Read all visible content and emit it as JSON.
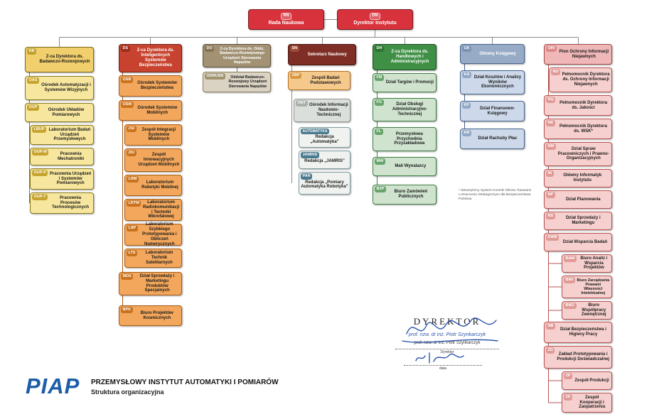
{
  "top": {
    "rn": {
      "code": "RN",
      "label": "Rada Naukowa"
    },
    "dn": {
      "code": "DN",
      "label": "Dyrektor Instytutu"
    }
  },
  "columns": [
    {
      "header": {
        "code": "DB",
        "label": "Z-ca Dyrektora ds. Badawczo-Rozwojowych"
      },
      "boxes": [
        {
          "code": "OAS",
          "label": "Ośrodek Automatyzacji i Systemów Wizyjnych"
        },
        {
          "code": "OUP",
          "label": "Ośrodek Układów Pomiarowych"
        },
        {
          "code": "LBUP",
          "label": "Laboratorium Badań Urządzeń Przemysłowych"
        },
        {
          "code": "OUP-M",
          "label": "Pracownia Mechatroniki"
        },
        {
          "code": "OUP-P",
          "label": "Pracownia Urządzeń i Systemów Pomiarowych"
        },
        {
          "code": "OUP-T",
          "label": "Pracownia Procesów Technologicznych"
        }
      ]
    },
    {
      "header": {
        "code": "DS",
        "label": "Z-ca Dyrektora ds. Inteligentnych Systemów Bezpieczeństwa"
      },
      "boxes": [
        {
          "code": "OSB",
          "label": "Ośrodek Systemów Bezpieczeństwa"
        },
        {
          "code": "OSM",
          "label": "Ośrodek Systemów Mobilnych"
        },
        {
          "code": "ZSI",
          "label": "Zespół Integracji Systemów Mobilnych"
        },
        {
          "code": "ZIU",
          "label": "Zespół Innowacyjnych Urządzeń Mobilnych"
        },
        {
          "code": "LRM",
          "label": "Laboratorium Robotyki Mobilnej"
        },
        {
          "code": "LRTM",
          "label": "Laboratorium Radiokomunikacji i Techniki Mikrofalowej"
        },
        {
          "code": "LSP",
          "label": "Laboratorium Szybkiego Prototypowania i Obliczeń Numerycznych"
        },
        {
          "code": "LTS",
          "label": "Laboratorium Technik Satelitarnych"
        },
        {
          "code": "MDS",
          "label": "Dział Sprzedaży i Marketingu Produktów Specjalnych"
        },
        {
          "code": "BPK",
          "label": "Biuro Projektów Kosmicznych"
        }
      ]
    },
    {
      "header": {
        "code": "DO",
        "label": "Z-ca Dyrektora ds. Oddz. Badawczo-Rozwojowego Urządzeń Sterowania Napędów"
      },
      "boxes": [
        {
          "code": "ODRUSN",
          "label": "Oddział Badawczo-Rozwojowy Urządzeń Sterowania Napędów"
        }
      ]
    },
    {
      "header": {
        "code": "SN",
        "label": "Sekretarz Naukowy"
      },
      "boxes": [
        {
          "code": "ZBP",
          "label": "Zespół Badań Podstawowych"
        },
        {
          "code": "ONT",
          "label": "Ośrodek Informacji Naukowo-Technicznej"
        },
        {
          "code": "AUTOMATYKA",
          "label": "Redakcja „Automatyka”"
        },
        {
          "code": "JAMRIS",
          "label": "Redakcja „JAMRIS”"
        },
        {
          "code": "PAR",
          "label": "Redakcja „Pomiary Automatyka Robotyka”"
        }
      ]
    },
    {
      "header": {
        "code": "DH",
        "label": "Z-ca Dyrektora ds. Handlowych i Administracyjnych"
      },
      "boxes": [
        {
          "code": "FM",
          "label": "Dział Targów i Promocji"
        },
        {
          "code": "FG",
          "label": "Dział Obsługi Administracyjno-Technicznej"
        },
        {
          "code": "FL",
          "label": "Przemysłowa Przychodnia Przyzakładowa"
        },
        {
          "code": "MW",
          "label": "Mali Wynalazcy"
        },
        {
          "code": "BZP",
          "label": "Biuro Zamówień Publicznych"
        }
      ]
    },
    {
      "header": {
        "code": "GK",
        "label": "Główny Księgowy"
      },
      "boxes": [
        {
          "code": "KA",
          "label": "Dział Kosztów i Analizy Wyników Ekonomicznych"
        },
        {
          "code": "KF",
          "label": "Dział Finansowo-Księgowy"
        },
        {
          "code": "KR",
          "label": "Dział Rachuby Płac"
        }
      ]
    },
    {
      "header": {
        "code": "OIN",
        "label": "Pion Ochrony Informacji Niejawnych"
      },
      "boxes": [
        {
          "code": "NO",
          "label": "Pełnomocnik Dyrektora ds. Ochrony Informacji Niejawnych"
        },
        {
          "code": "NQ",
          "label": "Pełnomocnik Dyrektora ds. Jakości"
        },
        {
          "code": "NK",
          "label": "Pełnomocnik Dyrektora ds. WSK*"
        },
        {
          "code": "NM",
          "label": "Dział Spraw Pracowniczych i Prawno-Organizacyjnych"
        },
        {
          "code": "NI",
          "label": "Główny Informatyk Instytutu"
        },
        {
          "code": "NP",
          "label": "Dział Planowania"
        },
        {
          "code": "NS",
          "label": "Dział Sprzedaży i Marketingu"
        },
        {
          "code": "DWB",
          "label": "Dział Wsparcia Badań"
        },
        {
          "code": "BAW",
          "label": "Biuro Analiz i Wsparcia Projektów"
        },
        {
          "code": "BWI",
          "label": "Biuro Zarządzania Prawami Własności Intelektualnej"
        },
        {
          "code": "BWZ",
          "label": "Biuro Współpracy Zewnętrznej"
        },
        {
          "code": "NB",
          "label": "Dział Bezpieczeństwa i Higieny Pracy"
        },
        {
          "code": "ZD",
          "label": "Zakład Prototypowania i Produkcji Doświadczalnej"
        },
        {
          "code": "ZP",
          "label": "Zespół Produkcji"
        },
        {
          "code": "ZK",
          "label": "Zespół Kooperacji i Zaopatrzenia"
        }
      ]
    }
  ],
  "footnote": "*  Wewnętrzny System Kontroli Obrotu Towarami o Znaczeniu Strategicznym dla Bezpieczeństwa Państwa",
  "signature": {
    "title": "DYREKTOR",
    "name": "prof. nzw. dr inż. Piotr Szynkarczyk",
    "role": "Dyrektor",
    "date_caption": "data"
  },
  "footer": {
    "logo": "PIAP",
    "institute": "PRZEMYSŁOWY INSTYTUT AUTOMATYKI I POMIARÓW",
    "subtitle": "Struktura organizacyjna"
  }
}
